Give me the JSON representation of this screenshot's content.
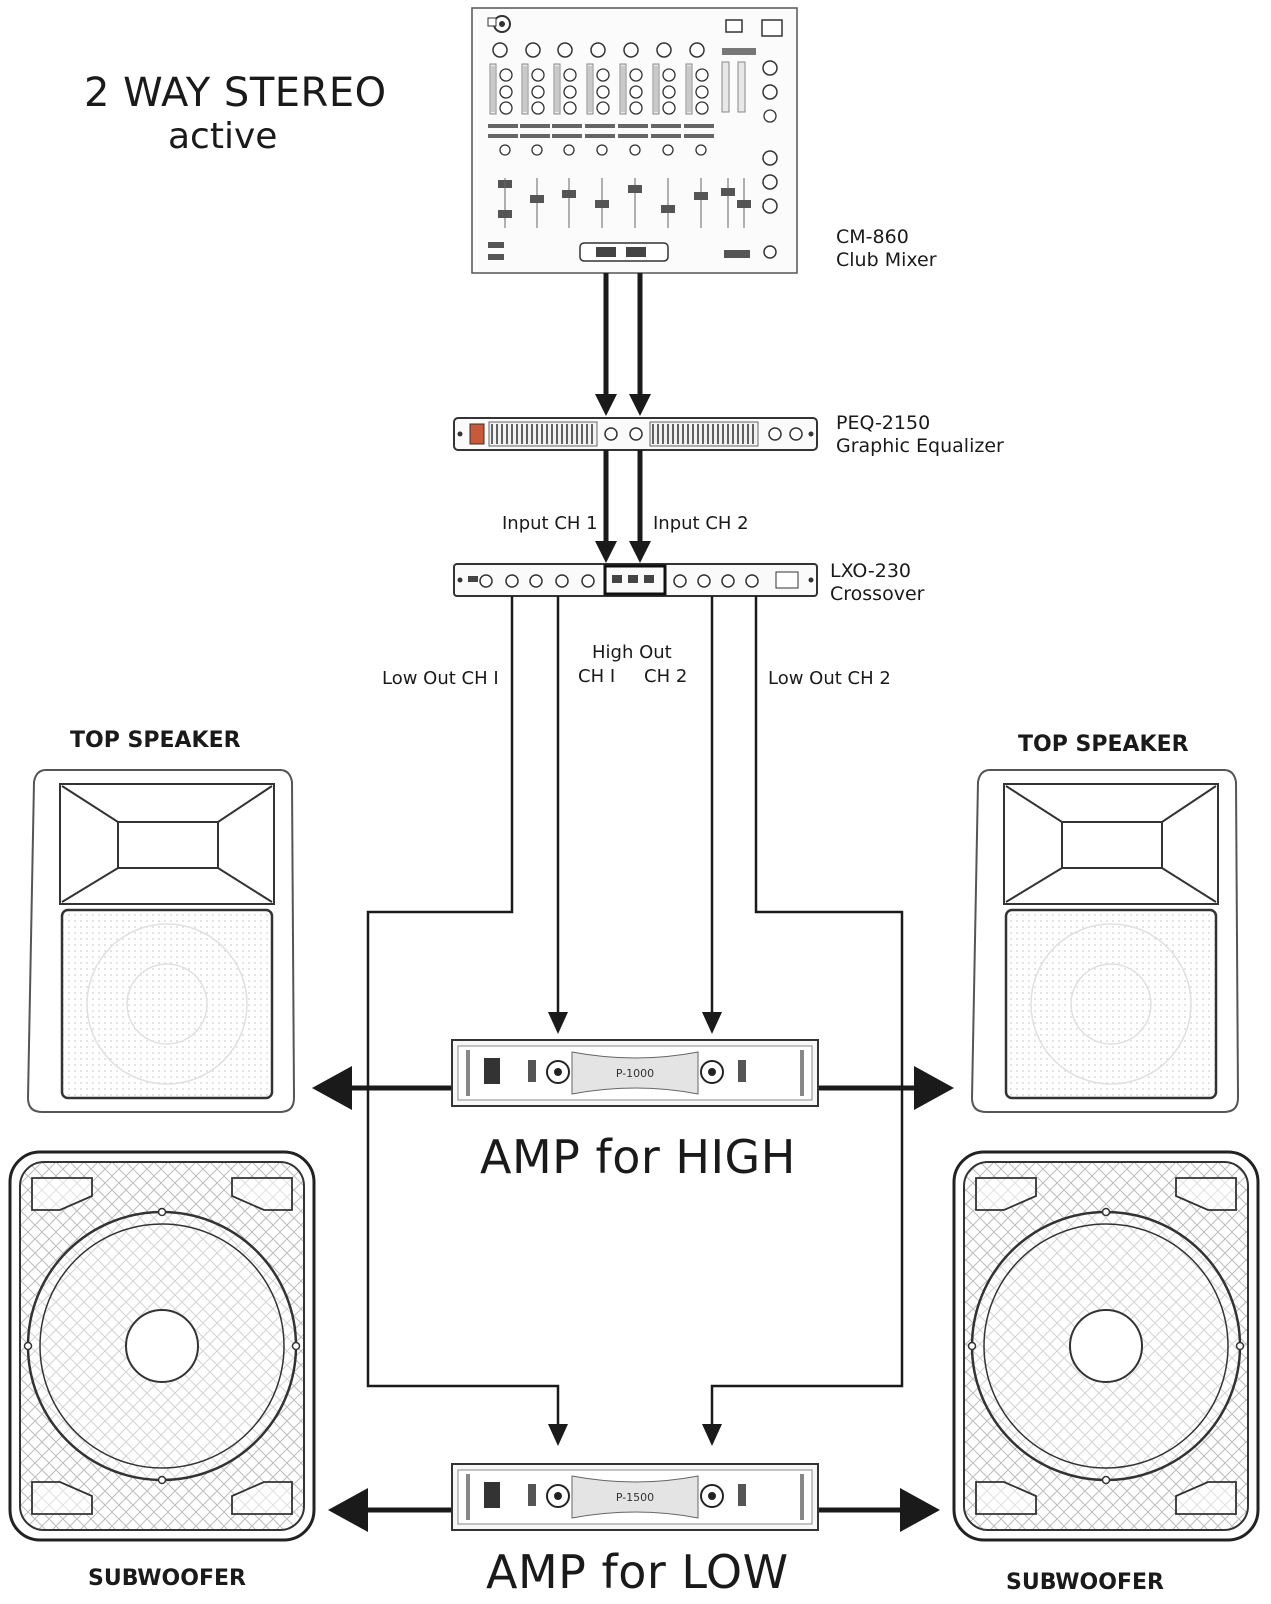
{
  "title": {
    "line1": "2 WAY STEREO",
    "line2": "active"
  },
  "devices": {
    "mixer": {
      "model": "CM-860",
      "type": "Club Mixer"
    },
    "equalizer": {
      "model": "PEQ-2150",
      "type": "Graphic Equalizer"
    },
    "crossover": {
      "model": "LXO-230",
      "type": "Crossover"
    },
    "amp_high": {
      "label": "AMP for HIGH",
      "model": "P-1000"
    },
    "amp_low": {
      "label": "AMP for LOW",
      "model": "P-1500"
    }
  },
  "connections": {
    "input_ch1": "Input CH 1",
    "input_ch2": "Input CH 2",
    "high_out": "High Out",
    "high_ch1": "CH I",
    "high_ch2": "CH 2",
    "low_out_ch1": "Low Out CH I",
    "low_out_ch2": "Low Out CH 2"
  },
  "speakers": {
    "top_left": "TOP SPEAKER",
    "top_right": "TOP SPEAKER",
    "sub_left": "SUBWOOFER",
    "sub_right": "SUBWOOFER"
  }
}
